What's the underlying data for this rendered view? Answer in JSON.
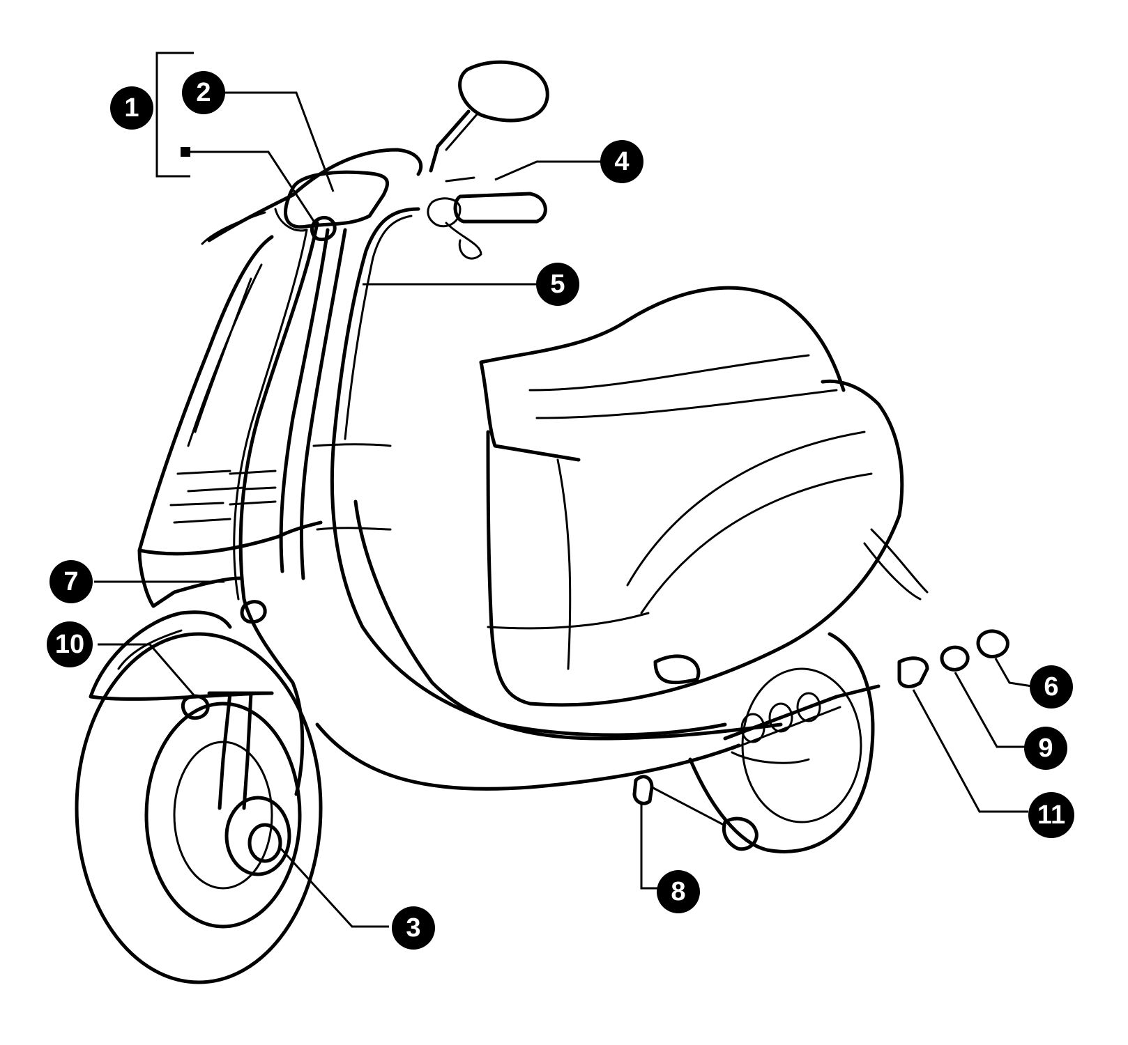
{
  "callouts": [
    {
      "id": "1",
      "label": "1"
    },
    {
      "id": "2",
      "label": "2"
    },
    {
      "id": "3",
      "label": "3"
    },
    {
      "id": "4",
      "label": "4"
    },
    {
      "id": "5",
      "label": "5"
    },
    {
      "id": "6",
      "label": "6"
    },
    {
      "id": "7",
      "label": "7"
    },
    {
      "id": "8",
      "label": "8"
    },
    {
      "id": "9",
      "label": "9"
    },
    {
      "id": "10",
      "label": "10"
    },
    {
      "id": "11",
      "label": "11"
    }
  ],
  "colors": {
    "line": "#000000",
    "background": "#ffffff",
    "callout_text": "#ffffff"
  }
}
